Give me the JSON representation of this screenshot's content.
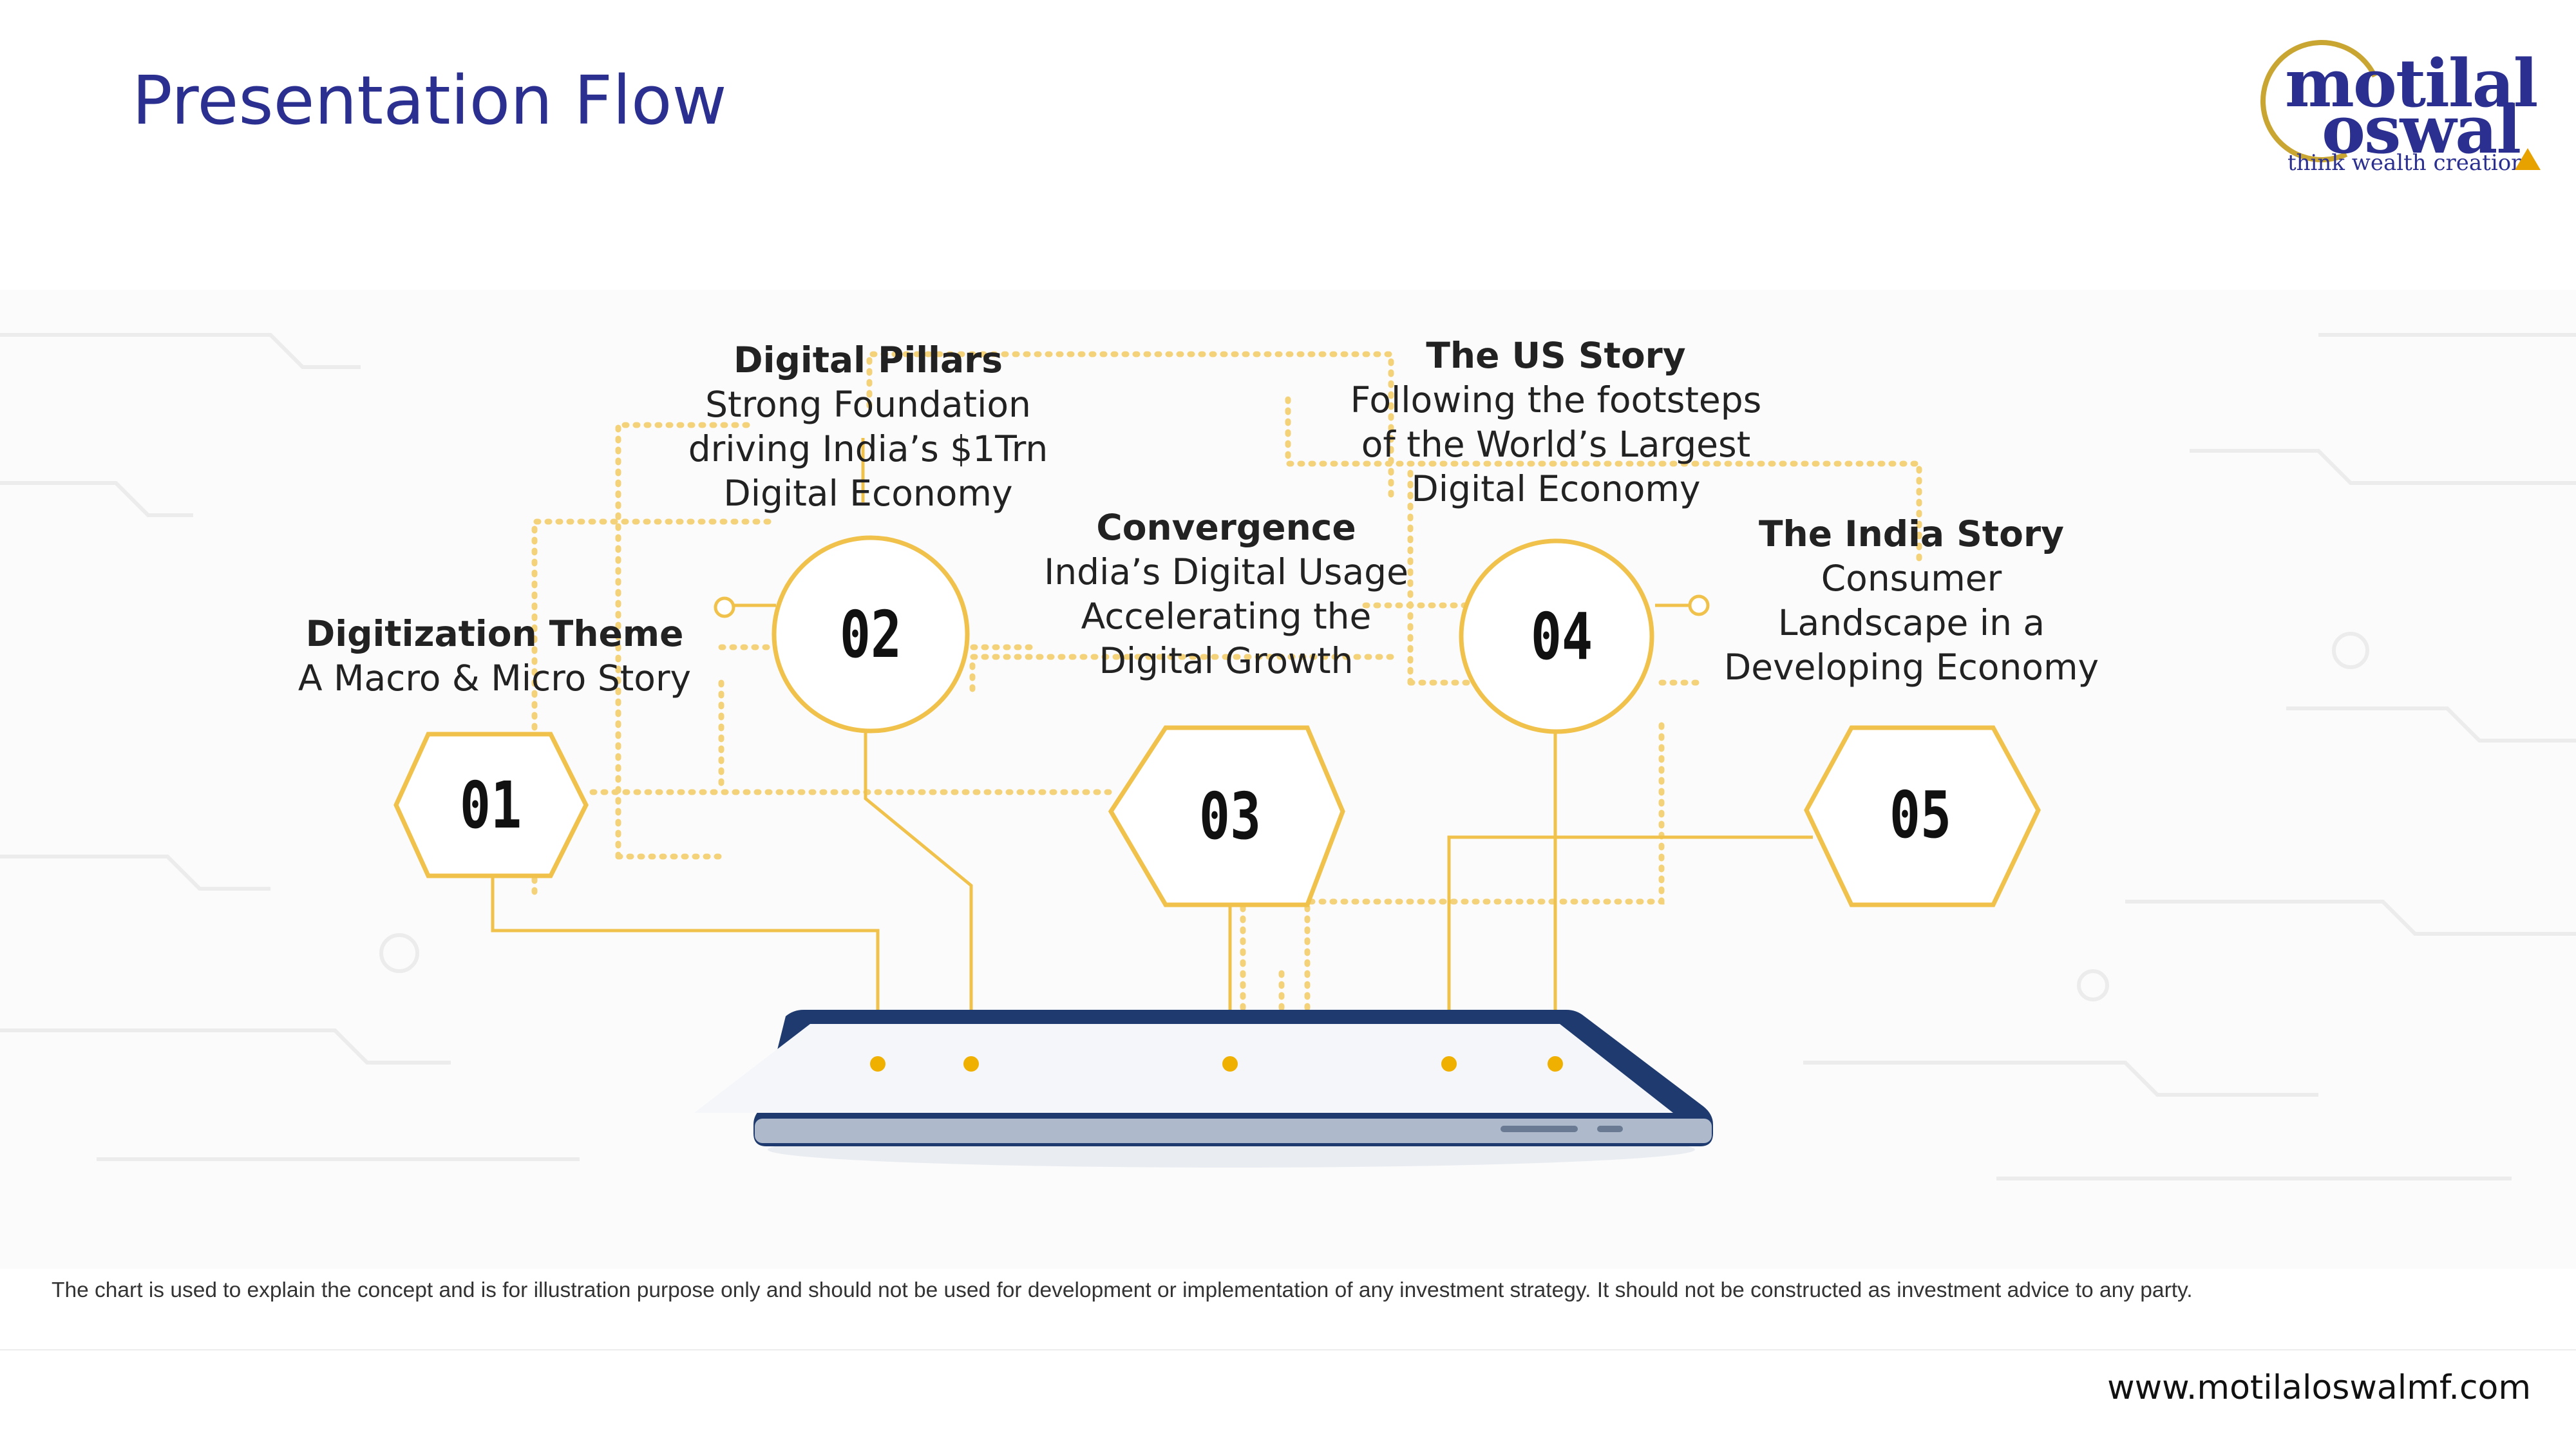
{
  "header": {
    "title": "Presentation Flow"
  },
  "logo": {
    "line1": "motilal",
    "line2": "oswal",
    "tagline": "think wealth creation"
  },
  "colors": {
    "title": "#2b2f8f",
    "accent_gold": "#f0c24b",
    "device_frame": "#1e3a6e"
  },
  "steps": [
    {
      "number": "01",
      "shape": "hexagon",
      "heading": "Digitization Theme",
      "body": "A Macro & Micro Story"
    },
    {
      "number": "02",
      "shape": "circle",
      "heading": "Digital Pillars",
      "body": "Strong Foundation\ndriving India’s $1Trn\nDigital Economy"
    },
    {
      "number": "03",
      "shape": "hexagon",
      "heading": "Convergence",
      "body": "India’s Digital Usage\nAccelerating the\nDigital Growth"
    },
    {
      "number": "04",
      "shape": "circle",
      "heading": "The US Story",
      "body": "Following the footsteps\nof the World’s Largest\nDigital Economy"
    },
    {
      "number": "05",
      "shape": "hexagon",
      "heading": "The India Story",
      "body": "Consumer\nLandscape in a\nDeveloping Economy"
    }
  ],
  "footer": {
    "disclaimer": "The chart  is used to explain the concept and is for illustration purpose only and should not be used for development or implementation of any investment strategy. It should not be constructed as investment advice to any party.",
    "url": "www.motilaloswalmf.com"
  }
}
